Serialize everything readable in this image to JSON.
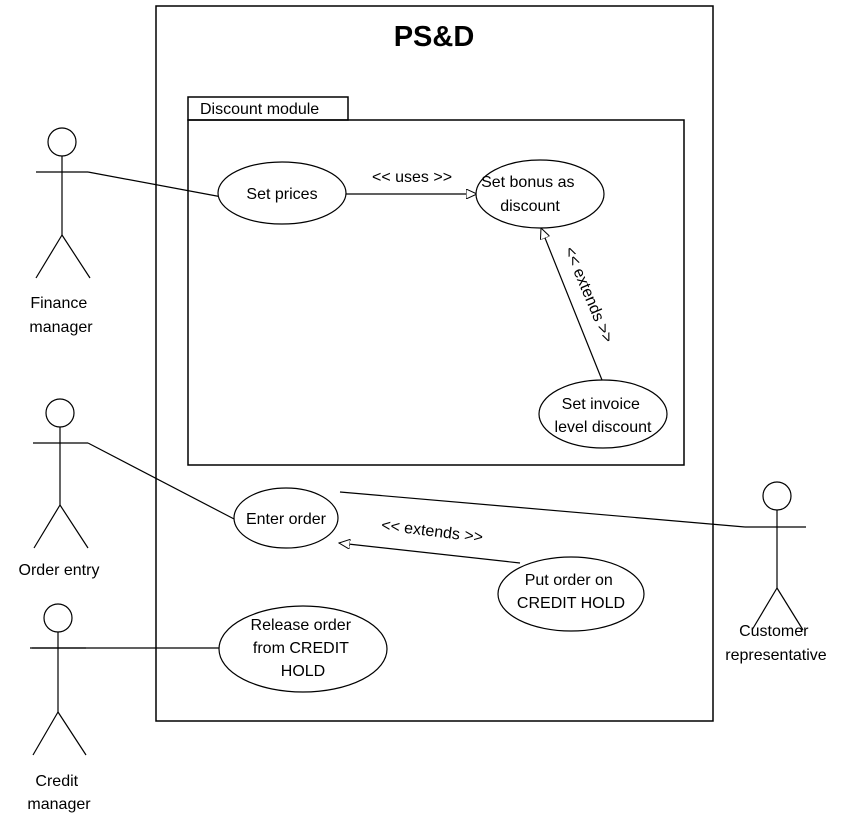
{
  "system": {
    "title": "PS&D"
  },
  "package": {
    "label": "Discount module"
  },
  "use_cases": {
    "set_prices": {
      "lines": [
        "Set prices"
      ]
    },
    "set_bonus": {
      "lines": [
        "Set bonus as",
        "discount"
      ]
    },
    "set_invoice": {
      "lines": [
        "Set invoice",
        "level discount"
      ]
    },
    "enter_order": {
      "lines": [
        "Enter order"
      ]
    },
    "put_on_hold": {
      "lines": [
        "Put order on",
        "CREDIT HOLD"
      ]
    },
    "release_order": {
      "lines": [
        "Release order",
        "from CREDIT",
        "HOLD"
      ]
    }
  },
  "actors": {
    "finance_manager": {
      "lines": [
        "Finance",
        "manager"
      ]
    },
    "order_entry": {
      "lines": [
        "Order entry"
      ]
    },
    "credit_manager": {
      "lines": [
        "Credit",
        "manager"
      ]
    },
    "customer_rep": {
      "lines": [
        "Customer",
        "representative"
      ]
    }
  },
  "relations": {
    "uses": "<< uses >>",
    "extends_discount": "<< extends >>",
    "extends_order": "<< extends >>"
  }
}
